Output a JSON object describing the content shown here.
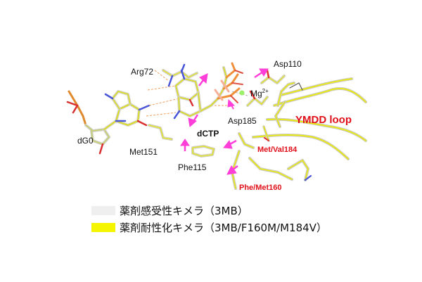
{
  "labels": {
    "arg72": "Arg72",
    "asp110": "Asp110",
    "mg": "Mg",
    "mg_charge": "2+",
    "dg0": "dG0",
    "dctp": "dCTP",
    "asp185": "Asp185",
    "ymdd": "YMDD loop",
    "met151": "Met151",
    "met_val184": "Met/Val184",
    "phe115": "Phe115",
    "phe_met160": "Phe/Met160"
  },
  "legend": [
    {
      "text": "薬剤感受性キメラ（3MB）",
      "color": "#efefef"
    },
    {
      "text": "薬剤耐性化キメラ（3MB/F160M/M184V）",
      "color": "#f5f500"
    }
  ],
  "colors": {
    "wild_type": "#d8d8d0",
    "mutant": "#e8e800",
    "arrow": "#ff3fd8",
    "label_red": "#e0101a",
    "nitrogen": "#4a55d8",
    "oxygen": "#e0303a",
    "phosphorus": "#f08a20",
    "magnesium": "#9cf06a"
  }
}
